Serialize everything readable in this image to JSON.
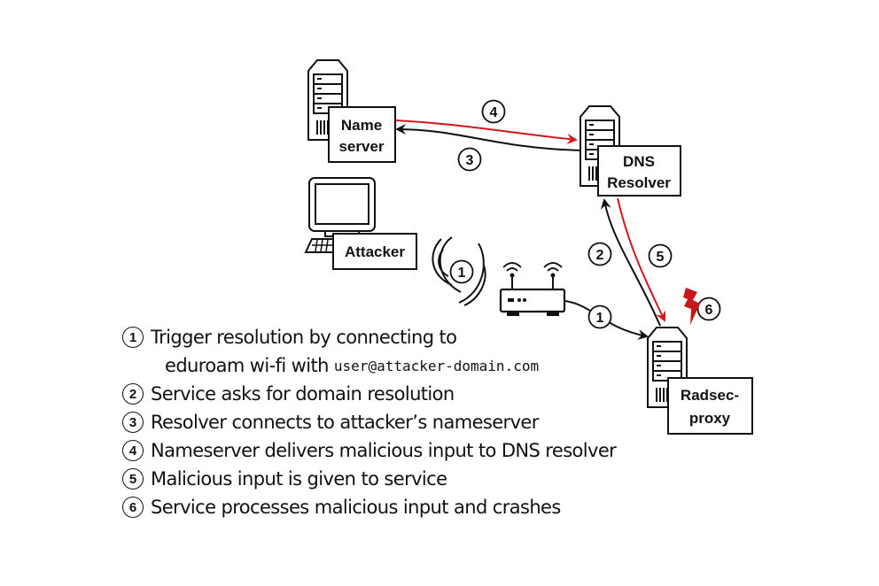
{
  "nodes": {
    "name_server": {
      "line1": "Name",
      "line2": "server",
      "icon": "server-icon"
    },
    "dns_resolver": {
      "line1": "DNS",
      "line2": "Resolver",
      "icon": "server-icon"
    },
    "attacker": {
      "label": "Attacker",
      "icon": "computer-icon"
    },
    "radsec_proxy": {
      "line1": "Radsec-",
      "line2": "proxy",
      "icon": "server-icon"
    },
    "router": {
      "icon": "wifi-router-icon"
    }
  },
  "edges": [
    {
      "step": "1",
      "from": "attacker",
      "to": "router",
      "style": "wireless",
      "color": "#111111"
    },
    {
      "step": "1",
      "from": "router",
      "to": "radsec_proxy",
      "color": "#111111"
    },
    {
      "step": "2",
      "from": "radsec_proxy",
      "to": "dns_resolver",
      "color": "#111111"
    },
    {
      "step": "3",
      "from": "dns_resolver",
      "to": "name_server",
      "color": "#111111"
    },
    {
      "step": "4",
      "from": "name_server",
      "to": "dns_resolver",
      "color": "#d0191e"
    },
    {
      "step": "5",
      "from": "dns_resolver",
      "to": "radsec_proxy",
      "color": "#d0191e"
    }
  ],
  "crash": {
    "step": "6",
    "icon": "lightning-bolt-icon",
    "color": "#c8161d"
  },
  "colors": {
    "malicious": "#d0191e",
    "normal": "#111111"
  },
  "legend": [
    {
      "num": "1",
      "text": "Trigger resolution by connecting to",
      "cont_text": "eduroam wi-fi with ",
      "cont_code": "user@attacker-domain.com"
    },
    {
      "num": "2",
      "text": "Service asks for domain resolution"
    },
    {
      "num": "3",
      "text": "Resolver connects to attacker’s nameserver"
    },
    {
      "num": "4",
      "text": "Nameserver delivers malicious input to DNS resolver"
    },
    {
      "num": "5",
      "text": "Malicious input is given to service"
    },
    {
      "num": "6",
      "text": "Service processes malicious input and crashes"
    }
  ]
}
